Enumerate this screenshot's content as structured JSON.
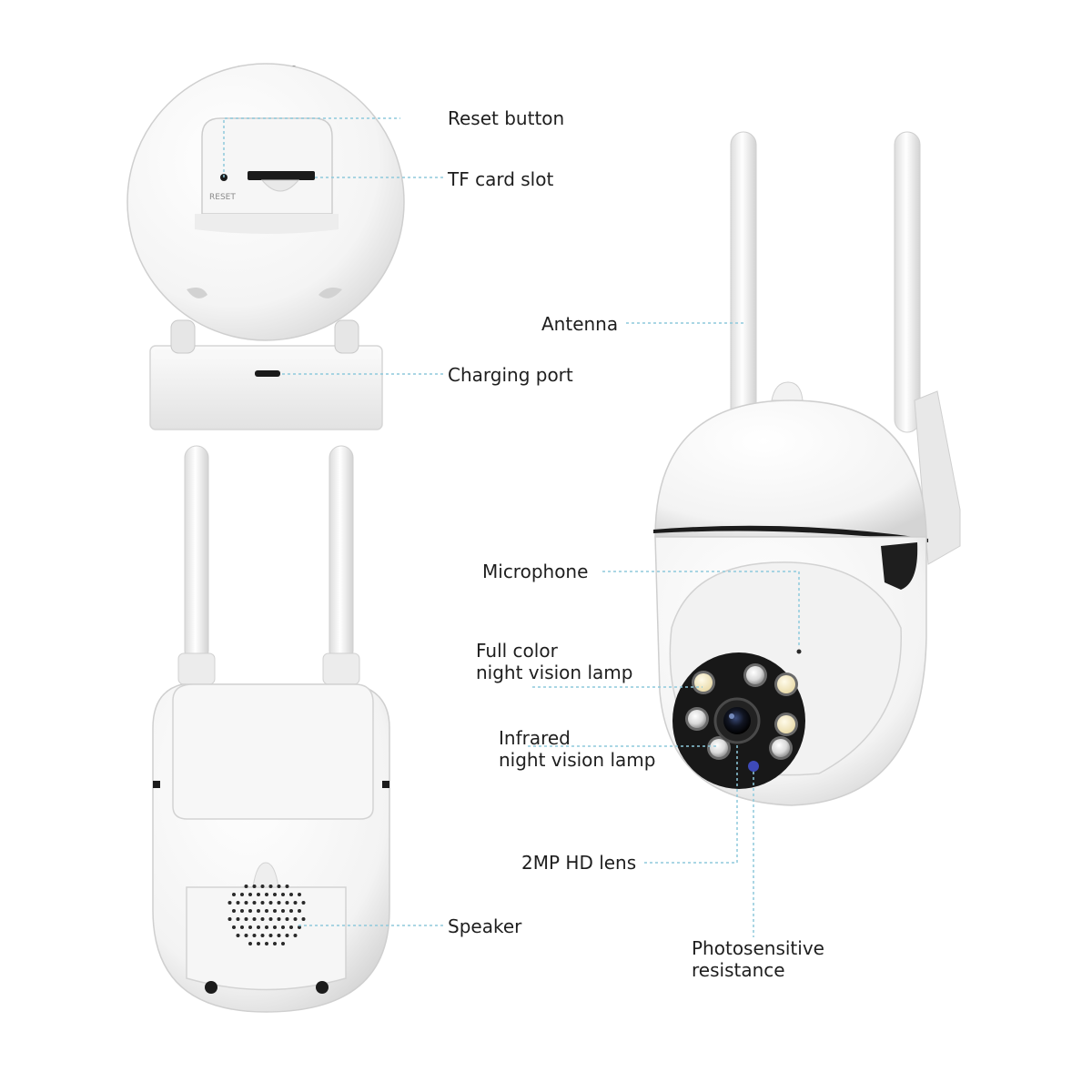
{
  "colors": {
    "leader": "#8ec9dc",
    "body_white": "#ffffff",
    "body_shadow": "#dcdcdc",
    "dark": "#1a1a1a",
    "warm_led": "#f2e7c4",
    "ir_led": "#3e4ab8"
  },
  "labels": {
    "reset_button": "Reset button",
    "tf_card_slot": "TF card slot",
    "charging_port": "Charging port",
    "speaker": "Speaker",
    "antenna": "Antenna",
    "microphone": "Microphone",
    "full_color": [
      "Full color",
      "night vision lamp"
    ],
    "infrared": [
      "Infrared",
      "night vision lamp"
    ],
    "hd_lens": "2MP HD lens",
    "photosensitive": [
      "Photosensitive",
      "resistance"
    ],
    "reset_print": "RESET"
  }
}
